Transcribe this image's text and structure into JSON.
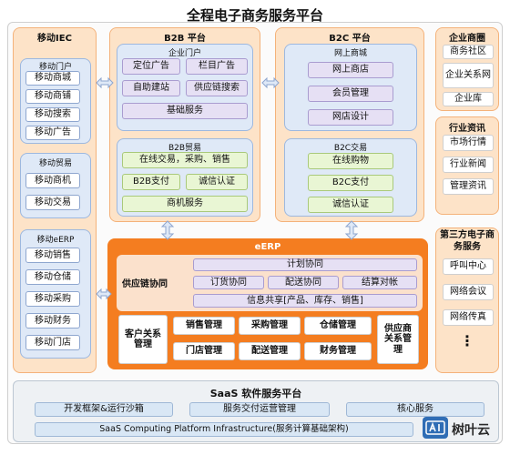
{
  "title": "全程电子商务服务平台",
  "mobile_iec": {
    "title": "移动IEC",
    "portal": {
      "label": "移动门户",
      "items": [
        "移动商城",
        "移动商铺",
        "移动搜索",
        "移动广告"
      ]
    },
    "trade": {
      "label": "移动贸易",
      "items": [
        "移动商机",
        "移动交易"
      ]
    },
    "eerp": {
      "label": "移动eERP",
      "items": [
        "移动销售",
        "移动仓储",
        "移动采购",
        "移动财务",
        "移动门店"
      ]
    }
  },
  "b2b": {
    "title": "B2B 平台",
    "portal": {
      "label": "企业门户",
      "items": [
        "定位广告",
        "栏目广告",
        "自助建站",
        "供应链搜索",
        "基础服务"
      ]
    },
    "trade": {
      "label": "B2B贸易",
      "items": [
        "在线交易，采购、销售",
        "B2B支付",
        "诚信认证",
        "商机服务"
      ]
    }
  },
  "b2c": {
    "title": "B2C 平台",
    "mall": {
      "label": "网上商城",
      "items": [
        "网上商店",
        "会员管理",
        "网店设计"
      ]
    },
    "trade": {
      "label": "B2C交易",
      "items": [
        "在线购物",
        "B2C支付",
        "诚信认证"
      ]
    }
  },
  "enterprise_circle": {
    "title": "企业商圈",
    "items": [
      "商务社区",
      "企业关系网",
      "企业库"
    ]
  },
  "industry_info": {
    "title": "行业资讯",
    "items": [
      "市场行情",
      "行业新闻",
      "管理资讯"
    ]
  },
  "third_party": {
    "title": "第三方电子商务服务",
    "items": [
      "呼叫中心",
      "网络会议",
      "网络传真"
    ],
    "more": "⋮"
  },
  "eerp": {
    "title": "eERP",
    "supply_chain": {
      "label": "供应链协同",
      "plan": "计划协同",
      "row": [
        "订货协同",
        "配送协同",
        "结算对帐"
      ],
      "info": "信息共享[产品、库存、销售]"
    },
    "crm": "客户关系管理",
    "srm": "供应商关系管理",
    "modules": [
      "销售管理",
      "采购管理",
      "仓储管理",
      "门店管理",
      "配送管理",
      "财务管理"
    ]
  },
  "saas": {
    "title": "SaaS 软件服务平台",
    "row": [
      "开发框架&运行沙箱",
      "服务交付运营管理",
      "核心服务"
    ],
    "infra": "SaaS Computing Platform Infrastructure(服务计算基础架构)"
  },
  "watermark": "树叶云",
  "colors": {
    "orange": "#f47d20",
    "blue_panel": "#dfe9f7",
    "purple_box": "#e6e0f4",
    "green_box": "#e9f6d4"
  }
}
